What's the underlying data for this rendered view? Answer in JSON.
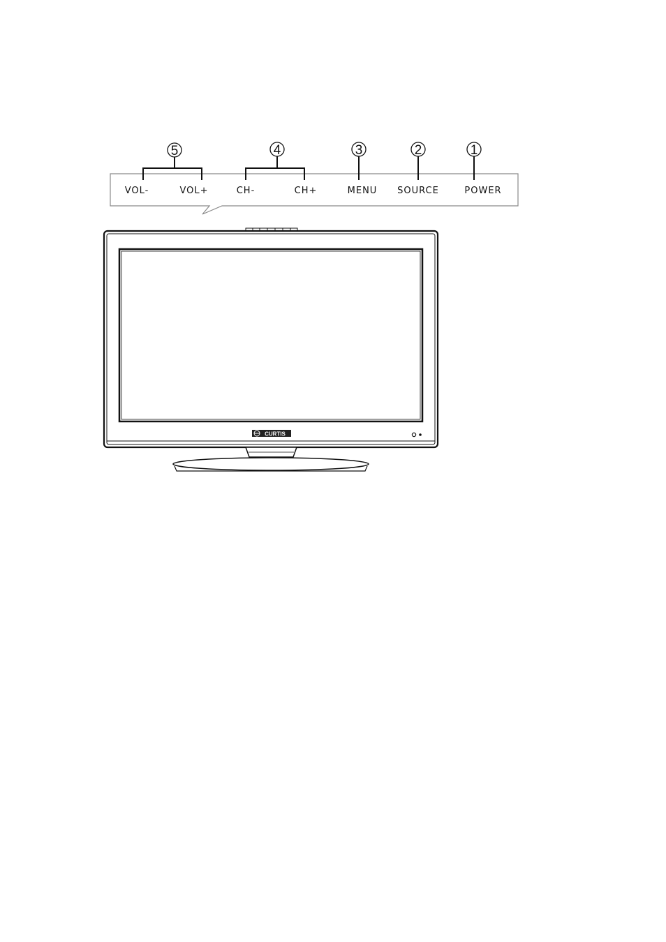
{
  "callouts": [
    {
      "number": "5",
      "labels": [
        "VOL-",
        "VOL+"
      ]
    },
    {
      "number": "4",
      "labels": [
        "CH-",
        "CH+"
      ]
    },
    {
      "number": "3",
      "labels": [
        "MENU"
      ]
    },
    {
      "number": "2",
      "labels": [
        "SOURCE"
      ]
    },
    {
      "number": "1",
      "labels": [
        "POWER"
      ]
    }
  ],
  "tv": {
    "brand_logo": "CURTIS"
  },
  "colors": {
    "line": "#111111",
    "panel_border": "#8a8a8a",
    "background": "#ffffff"
  }
}
